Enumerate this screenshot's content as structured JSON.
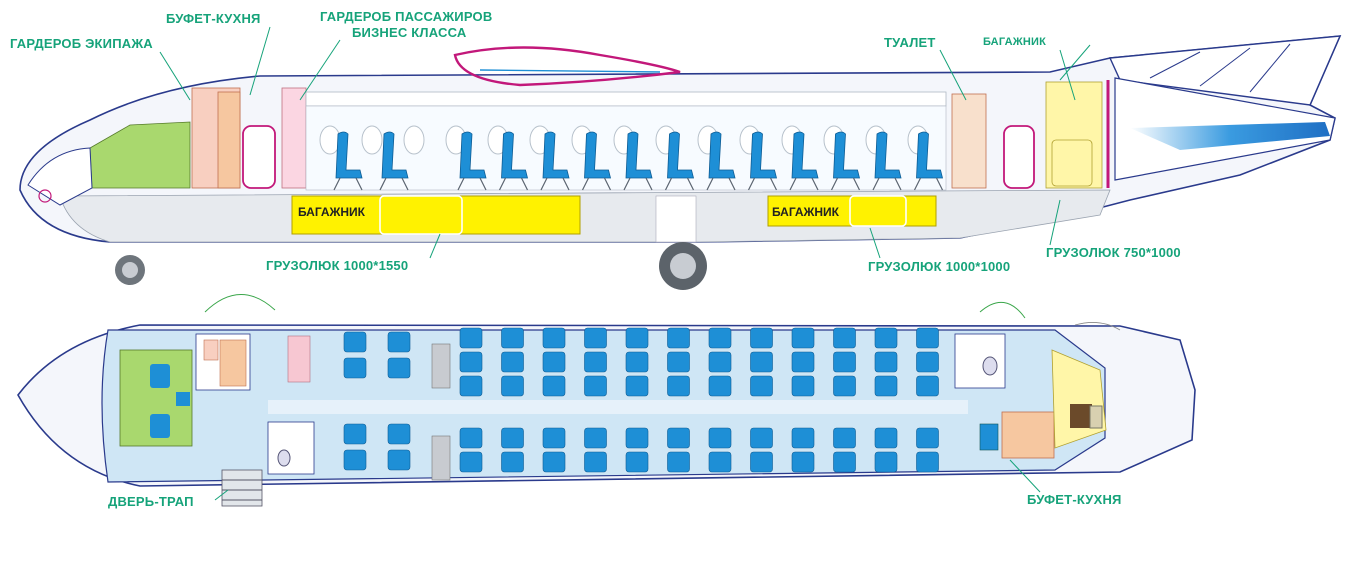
{
  "labels": {
    "crew_wardrobe": "ГАРДЕРОБ ЭКИПАЖА",
    "galley_top": "БУФЕТ-КУХНЯ",
    "pax_wardrobe_line1": "ГАРДЕРОБ ПАССАЖИРОВ",
    "pax_wardrobe_line2": "БИЗНЕС КЛАССА",
    "toilet": "ТУАЛЕТ",
    "baggage_top": "БАГАЖНИК",
    "hold_fwd": "БАГАЖНИК",
    "hold_aft": "БАГАЖНИК",
    "cargo_hatch_fwd": "ГРУЗОЛЮК  1000*1550",
    "cargo_hatch_aft": "ГРУЗОЛЮК  1000*1000",
    "cargo_hatch_rear": "ГРУЗОЛЮК  750*1000",
    "door_stair": "ДВЕРЬ-ТРАП",
    "galley_bottom": "БУФЕТ-КУХНЯ"
  },
  "layout_summary": {
    "business_rows": 2,
    "economy_rows_side_view": 12,
    "economy_rows_plan_view": 12
  },
  "colors": {
    "label_green": "#16a37a",
    "seat_blue": "#1e8fd6",
    "hold_yellow": "#fff200",
    "fuselage_stroke": "#2a3a8c",
    "cabin_floor": "#cfe6f5",
    "galley_orange": "#f6c7a0",
    "cockpit_green": "#a9d86e",
    "antenna_magenta": "#c2187a"
  },
  "icons": {
    "seat": "aircraft-seat-icon",
    "wheel": "landing-gear-wheel-icon",
    "window": "cabin-window-icon",
    "door": "cabin-door-icon"
  }
}
